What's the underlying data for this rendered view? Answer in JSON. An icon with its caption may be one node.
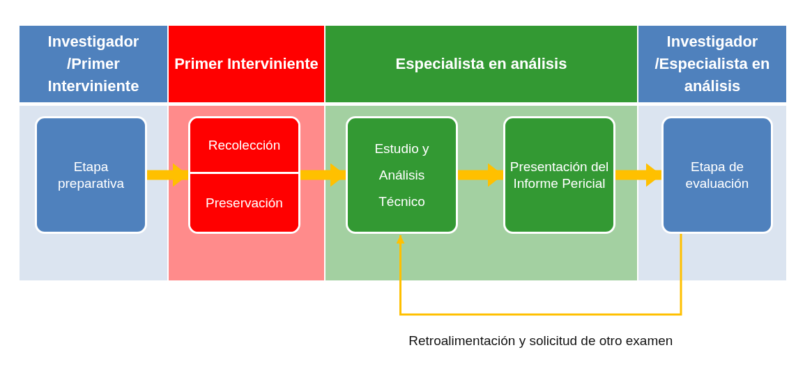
{
  "diagram": {
    "nodes": [
      {
        "text": [
          "Investigador /Primer Interviniente"
        ]
      },
      {
        "text": [
          "Etapa preparativa"
        ],
        "in": 0
      },
      {
        "text": [
          "Primer Interviniente"
        ]
      },
      {
        "text": [],
        "shape": "box",
        "in": 2
      },
      {
        "text": [
          "Recolección"
        ],
        "in": 3
      },
      {
        "text": [
          "Preservación"
        ],
        "in": 3
      },
      {
        "text": [
          "Especialista en análisis"
        ]
      },
      {
        "text": [
          "Estudio y Análisis Técnico"
        ],
        "in": 6
      },
      {
        "text": [
          "Presentación del Informe Pericial"
        ],
        "in": 6
      },
      {
        "text": [
          "Investigador /Especialista en análisis"
        ]
      },
      {
        "text": [
          "Etapa de evaluación"
        ],
        "in": 9
      }
    ],
    "edges": [
      {
        "from": 1,
        "to": 3,
        "arrow": "to"
      },
      {
        "from": 3,
        "to": 7,
        "arrow": "to"
      },
      {
        "from": 7,
        "to": 8,
        "arrow": "to"
      },
      {
        "from": 8,
        "to": 10,
        "arrow": "to"
      },
      {
        "from": 10,
        "to": 7,
        "arrow": "to",
        "label": "Retroalimentación y solicitud de otro examen"
      }
    ]
  }
}
